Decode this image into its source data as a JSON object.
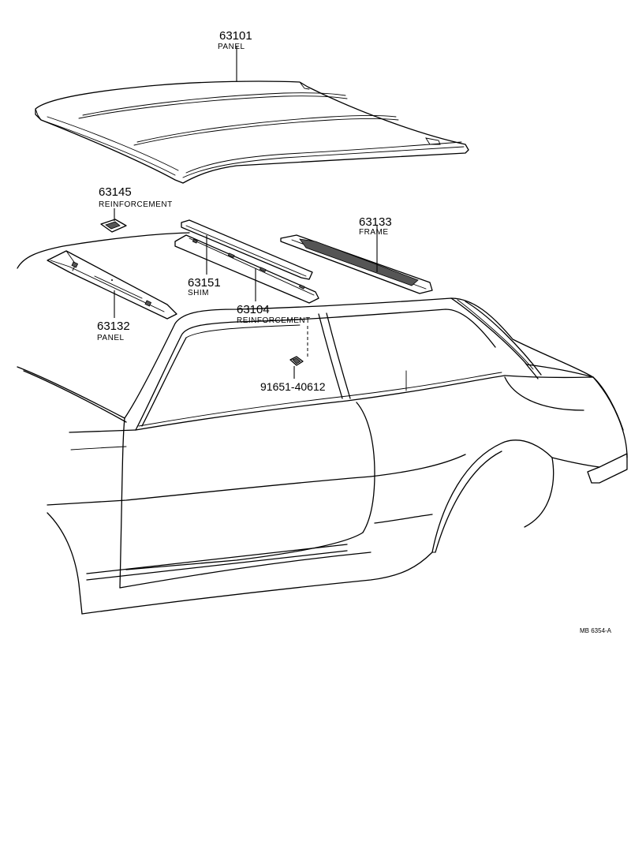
{
  "diagram": {
    "reference_code": "MB 6354-A",
    "callouts": {
      "roof_panel": {
        "number": "63101",
        "name": "PANEL"
      },
      "front_reinforcement": {
        "number": "63145",
        "name": "REINFORCEMENT"
      },
      "frame": {
        "number": "63133",
        "name": "FRAME"
      },
      "shim": {
        "number": "63151",
        "name": "SHIM"
      },
      "center_reinforcement": {
        "number": "63104",
        "name": "REINFORCEMENT"
      },
      "front_panel": {
        "number": "63132",
        "name": "PANEL"
      },
      "clip": {
        "number": "91651-40612"
      }
    }
  }
}
